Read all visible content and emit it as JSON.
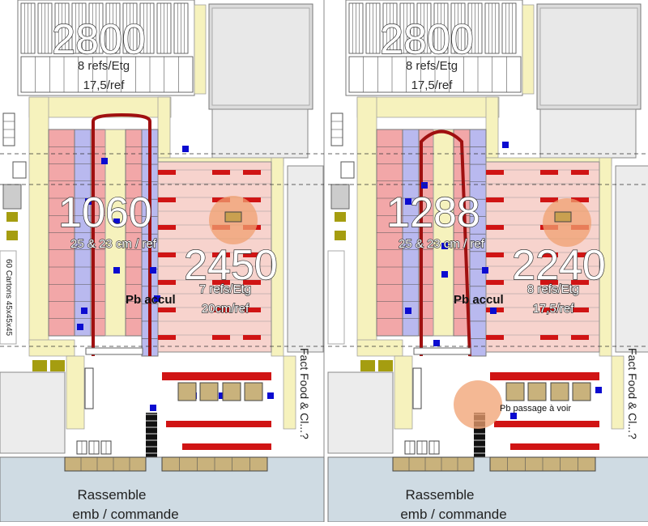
{
  "colors": {
    "background": "#ffffff",
    "corridor": "#f6f2bd",
    "rack_pink": "#f2a7a8",
    "rack_blue": "#b9b9ef",
    "rack_light": "#f7d3cd",
    "rack_red": "#d01414",
    "loop_dark_red": "#a01010",
    "blue_marker": "#0b0bd0",
    "pallet_tan": "#c9b27c",
    "olive": "#a59d10",
    "dispatch_blue": "#cfdbe3",
    "gray_block": "#cccccc",
    "highlight_orange": "#f0a070"
  },
  "panels": [
    {
      "id": "before",
      "zone_top": {
        "value": "2800",
        "line1": "8 refs/Etg",
        "line2": "17,5/ref"
      },
      "zone_left": {
        "value": "1060",
        "line1": "25 & 23 cm / ref"
      },
      "zone_right": {
        "value": "2450",
        "line1": "7 refs/Etg",
        "line2": "20cm/ref"
      },
      "problem_label": "Pb accul",
      "dispatch_line1": "Rassemble",
      "dispatch_line2": "emb / commande",
      "side_left_label": "60 Cartons 45x45x45",
      "side_right_label": "Fact Food & Cl...?"
    },
    {
      "id": "after",
      "zone_top": {
        "value": "2800",
        "line1": "8 refs/Etg",
        "line2": "17,5/ref"
      },
      "zone_left": {
        "value": "1288",
        "line1": "25 & 23 cm / ref"
      },
      "zone_right": {
        "value": "2240",
        "line1": "8 refs/Etg",
        "line2": "17,5/ref"
      },
      "problem_label": "Pb accul",
      "passage_label": "Pb passage à voir",
      "dispatch_line1": "Rassemble",
      "dispatch_line2": "emb / commande",
      "side_right_label": "Fact Food & Cl...?"
    }
  ]
}
